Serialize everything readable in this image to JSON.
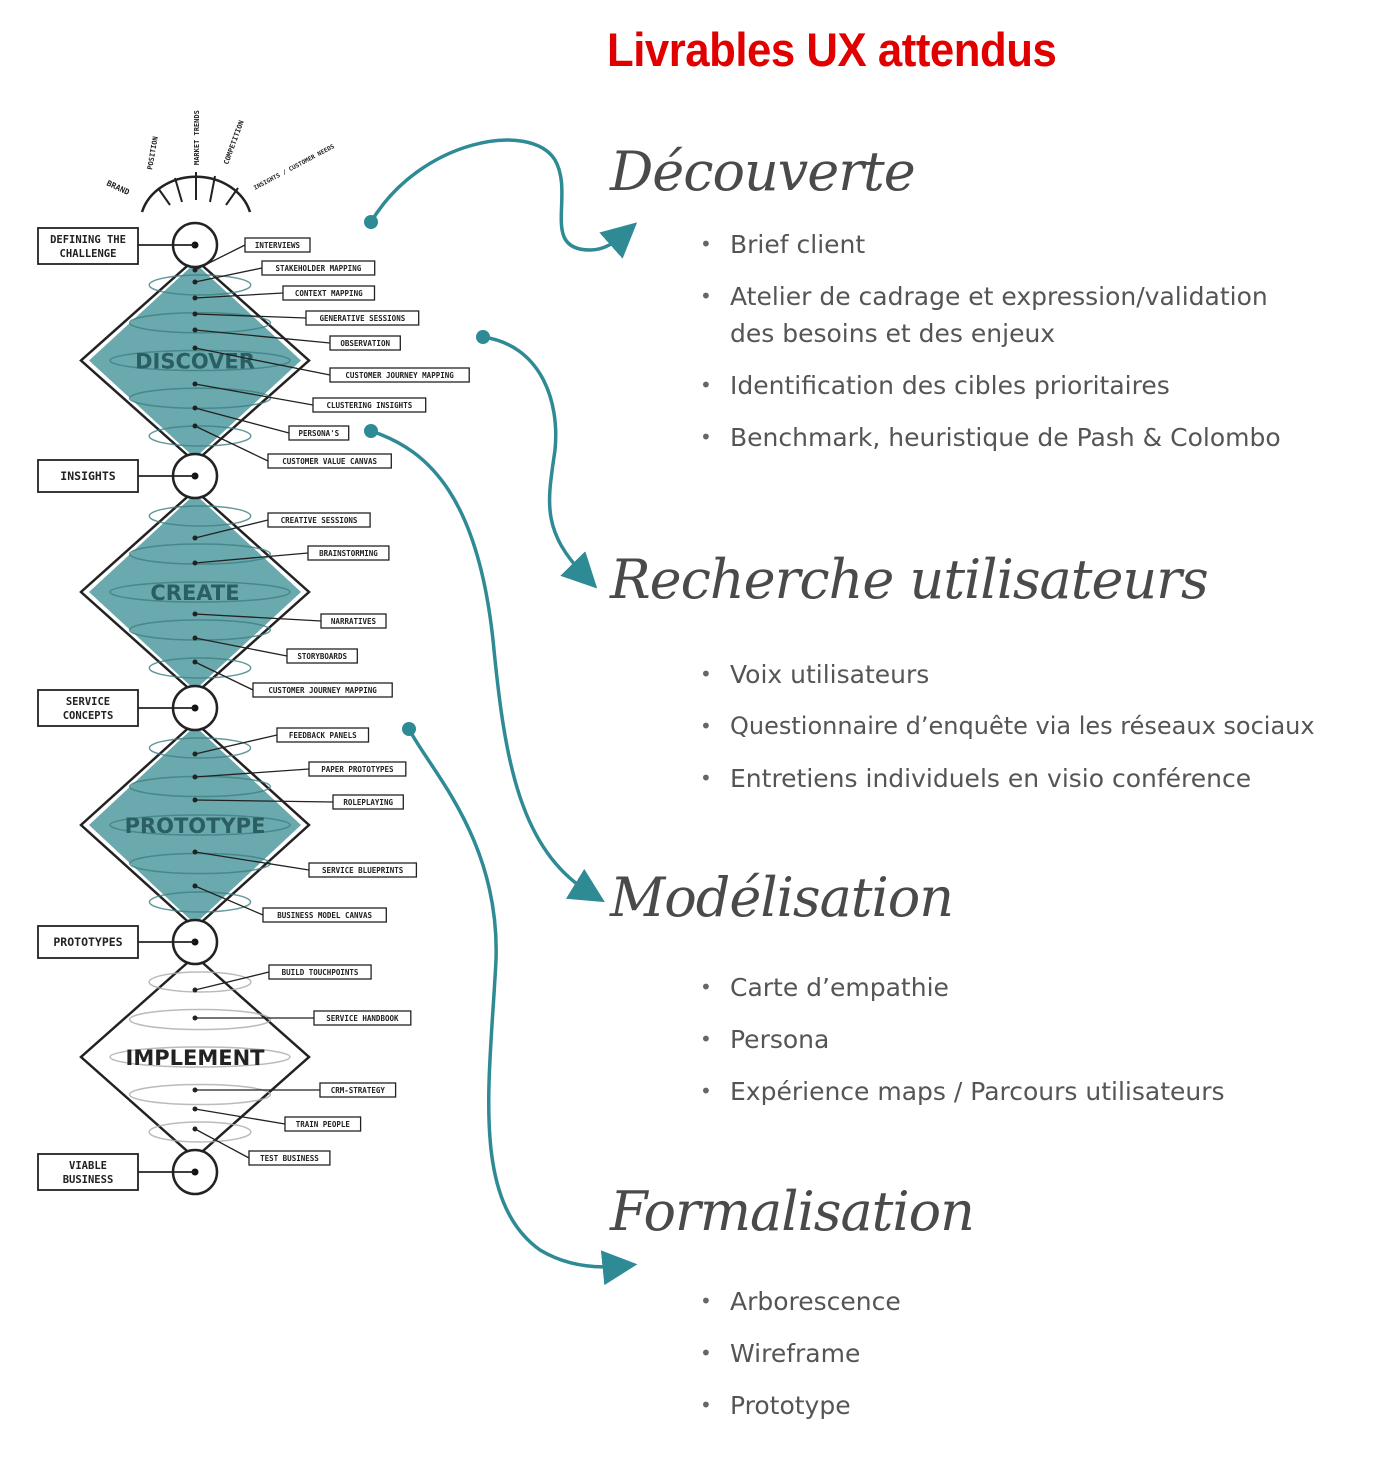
{
  "title": "Livrables UX attendus",
  "colors": {
    "title": "#e00000",
    "accent_teal": "#2e8a94",
    "diamond_fill": "#6aa9ad",
    "text": "#555555",
    "heading": "#4a4a4a"
  },
  "diagram": {
    "inputs": [
      "BRAND",
      "POSITION",
      "MARKET TRENDS",
      "COMPETITION",
      "INSIGHTS / CUSTOMER NEEDS"
    ],
    "milestones": [
      {
        "label_line1": "DEFINING THE",
        "label_line2": "CHALLENGE"
      },
      {
        "label_line1": "INSIGHTS",
        "label_line2": ""
      },
      {
        "label_line1": "SERVICE",
        "label_line2": "CONCEPTS"
      },
      {
        "label_line1": "PROTOTYPES",
        "label_line2": ""
      },
      {
        "label_line1": "VIABLE",
        "label_line2": "BUSINESS"
      }
    ],
    "phases": [
      {
        "name": "DISCOVER",
        "filled": true,
        "methods": [
          "INTERVIEWS",
          "STAKEHOLDER MAPPING",
          "CONTEXT MAPPING",
          "GENERATIVE SESSIONS",
          "OBSERVATION",
          "CUSTOMER JOURNEY MAPPING",
          "CLUSTERING INSIGHTS",
          "PERSONA'S",
          "CUSTOMER VALUE CANVAS"
        ]
      },
      {
        "name": "CREATE",
        "filled": true,
        "methods": [
          "CREATIVE SESSIONS",
          "BRAINSTORMING",
          "NARRATIVES",
          "STORYBOARDS",
          "CUSTOMER JOURNEY MAPPING"
        ]
      },
      {
        "name": "PROTOTYPE",
        "filled": true,
        "methods": [
          "FEEDBACK PANELS",
          "PAPER PROTOTYPES",
          "ROLEPLAYING",
          "SERVICE BLUEPRINTS",
          "BUSINESS MODEL CANVAS"
        ]
      },
      {
        "name": "IMPLEMENT",
        "filled": false,
        "methods": [
          "BUILD TOUCHPOINTS",
          "SERVICE HANDBOOK",
          "CRM-STRATEGY",
          "TRAIN PEOPLE",
          "TEST BUSINESS"
        ]
      }
    ]
  },
  "sections": [
    {
      "title": "Découverte",
      "items": [
        "Brief client",
        "Atelier de cadrage et expression/validation des besoins et des enjeux",
        "Identification des cibles prioritaires",
        "Benchmark, heuristique de Pash & Colombo"
      ]
    },
    {
      "title": "Recherche utilisateurs",
      "items": [
        "Voix utilisateurs",
        "Questionnaire d’enquête via les réseaux sociaux",
        "Entretiens individuels en visio conférence"
      ]
    },
    {
      "title": "Modélisation",
      "items": [
        "Carte d’empathie",
        "Persona",
        "Expérience maps / Parcours utilisateurs"
      ]
    },
    {
      "title": "Formalisation",
      "items": [
        "Arborescence",
        "Wireframe",
        "Prototype"
      ]
    }
  ]
}
